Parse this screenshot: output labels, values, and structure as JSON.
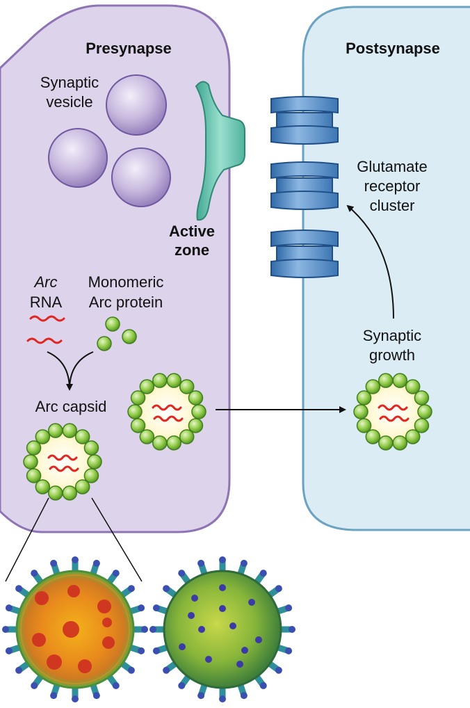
{
  "labels": {
    "presynapse": "Presynapse",
    "postsynapse": "Postsynapse",
    "synaptic_vesicle_line1": "Synaptic",
    "synaptic_vesicle_line2": "vesicle",
    "active_zone_line1": "Active",
    "active_zone_line2": "zone",
    "glutamate_line1": "Glutamate",
    "glutamate_line2": "receptor",
    "glutamate_line3": "cluster",
    "arc_rna_line1": "Arc",
    "arc_rna_line2": "RNA",
    "monomeric_line1": "Monomeric",
    "monomeric_line2": "Arc protein",
    "arc_capsid": "Arc capsid",
    "synaptic_growth_line1": "Synaptic",
    "synaptic_growth_line2": "growth"
  },
  "colors": {
    "presynapse_fill": "#ddd3ea",
    "presynapse_stroke": "#8e74b4",
    "postsynapse_fill": "#dcecf4",
    "postsynapse_stroke": "#6aa3c3",
    "vesicle": "#b39fd0",
    "active_zone": "#6fc7b4",
    "receptor": "#5f95cc",
    "capsid_bead": "#86c23f",
    "capsid_core": "#fff7c4",
    "rna": "#e2261f"
  },
  "icons": {
    "vesicle": "synaptic-vesicle-icon",
    "receptor": "glutamate-receptor-icon",
    "capsid": "arc-capsid-icon"
  }
}
